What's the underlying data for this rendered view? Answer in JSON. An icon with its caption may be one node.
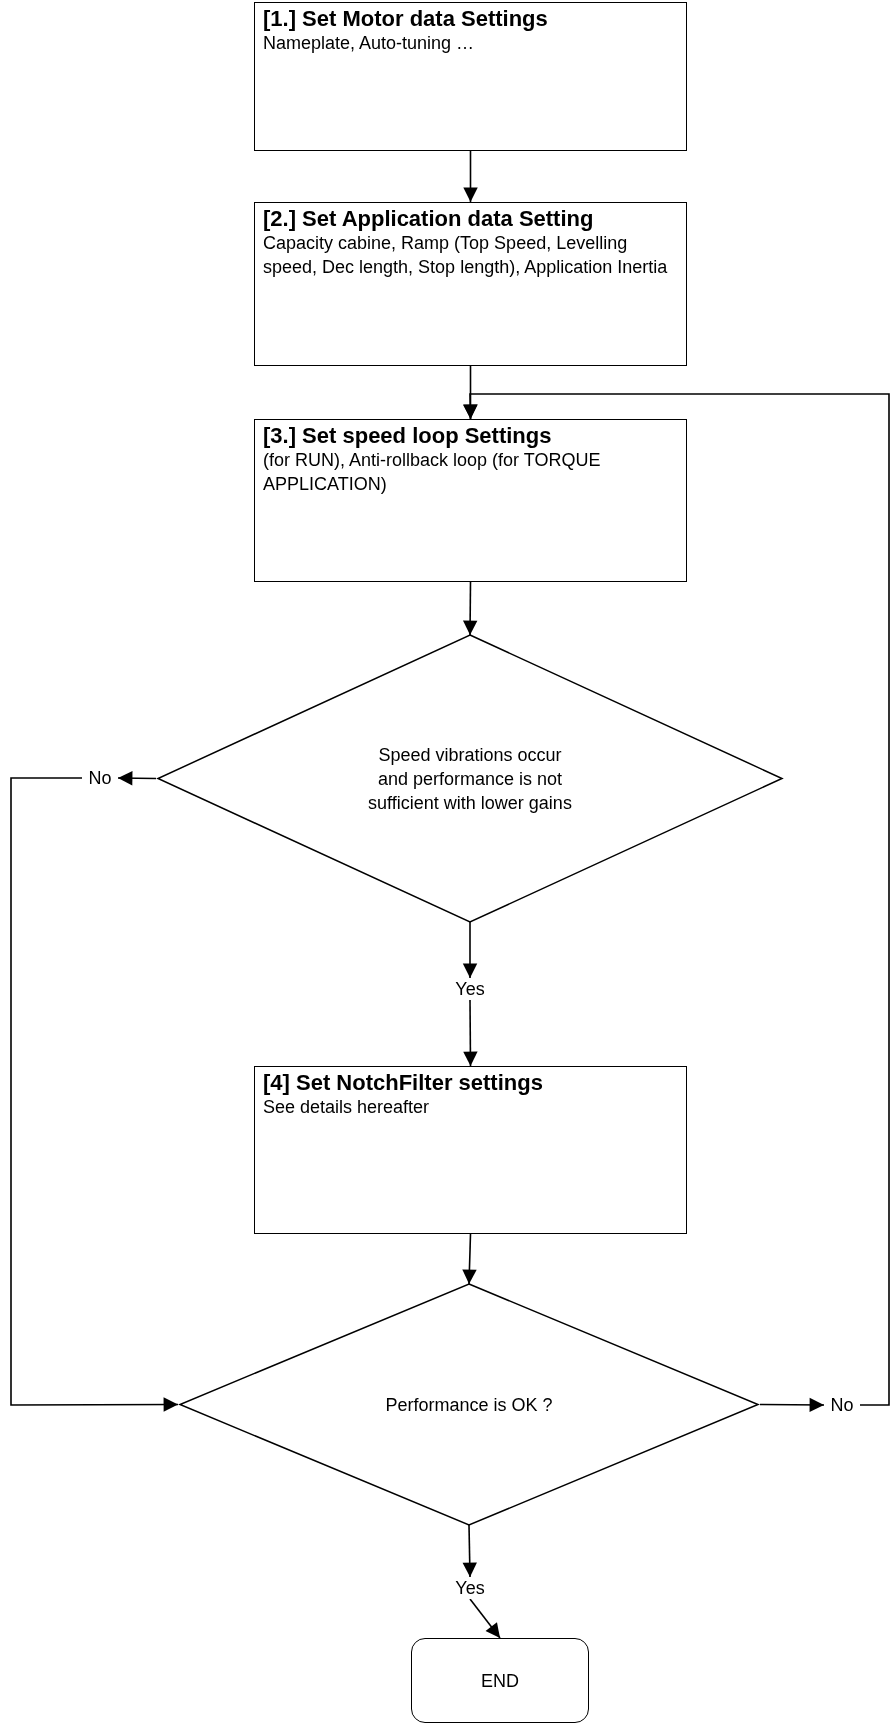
{
  "diagram": {
    "nodes": [
      {
        "text": [
          "[1.] Set Motor data Settings",
          "Nameplate, Auto-tuning …"
        ]
      },
      {
        "text": [
          "[2.] Set Application data Setting",
          "Capacity cabine, Ramp (Top Speed, Levelling speed, Dec length, Stop length), Application Inertia"
        ]
      },
      {
        "text": [
          "[3.] Set speed loop Settings",
          "(for RUN), Anti-rollback loop (for TORQUE APPLICATION)"
        ]
      },
      {
        "text": [
          "Speed vibrations occur and performance is not sufficient with lower gains"
        ]
      },
      {
        "text": [
          "No"
        ]
      },
      {
        "text": [
          "Yes"
        ]
      },
      {
        "text": [
          "[4] Set NotchFilter settings",
          "See details hereafter"
        ]
      },
      {
        "text": [
          "Performance is OK ?"
        ]
      },
      {
        "text": [
          "No"
        ]
      },
      {
        "text": [
          "Yes"
        ]
      },
      {
        "text": [
          "END"
        ]
      }
    ],
    "edges": [
      {
        "from": 0,
        "to": 1,
        "arrow": "to"
      },
      {
        "from": 1,
        "to": 2,
        "arrow": "to"
      },
      {
        "from": 2,
        "to": 3,
        "arrow": "to"
      },
      {
        "from": 3,
        "to": 4,
        "arrow": "to"
      },
      {
        "from": 4,
        "to": 7,
        "arrow": "to"
      },
      {
        "from": 3,
        "to": 5,
        "arrow": "to"
      },
      {
        "from": 5,
        "to": 6,
        "arrow": "to"
      },
      {
        "from": 6,
        "to": 7,
        "arrow": "to"
      },
      {
        "from": 7,
        "to": 8,
        "arrow": "to"
      },
      {
        "from": 8,
        "to": 2,
        "arrow": "to"
      },
      {
        "from": 7,
        "to": 9,
        "arrow": "to"
      },
      {
        "from": 9,
        "to": 10,
        "arrow": "to"
      }
    ]
  }
}
